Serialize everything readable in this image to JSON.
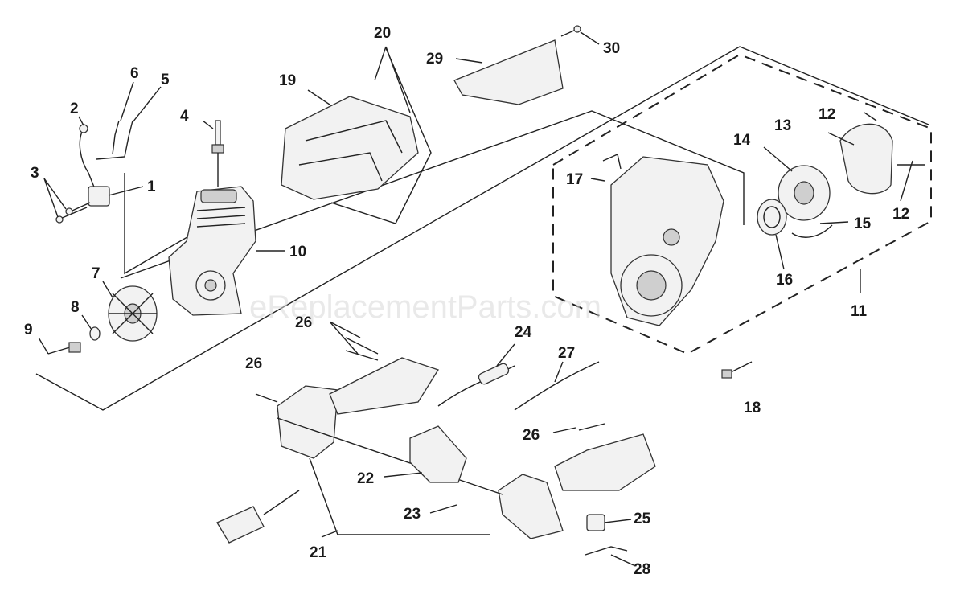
{
  "watermark": "eReplacementParts.com",
  "callouts": {
    "c1": "1",
    "c2": "2",
    "c3": "3",
    "c4": "4",
    "c5": "5",
    "c6": "6",
    "c7": "7",
    "c8": "8",
    "c9": "9",
    "c10": "10",
    "c11": "11",
    "c12a": "12",
    "c12b": "12",
    "c13": "13",
    "c14": "14",
    "c15": "15",
    "c16": "16",
    "c17": "17",
    "c18": "18",
    "c19": "19",
    "c20": "20",
    "c21": "21",
    "c22": "22",
    "c23": "23",
    "c24": "24",
    "c25": "25",
    "c26a": "26",
    "c26b": "26",
    "c26c": "26",
    "c27": "27",
    "c28": "28",
    "c29": "29",
    "c30": "30"
  }
}
